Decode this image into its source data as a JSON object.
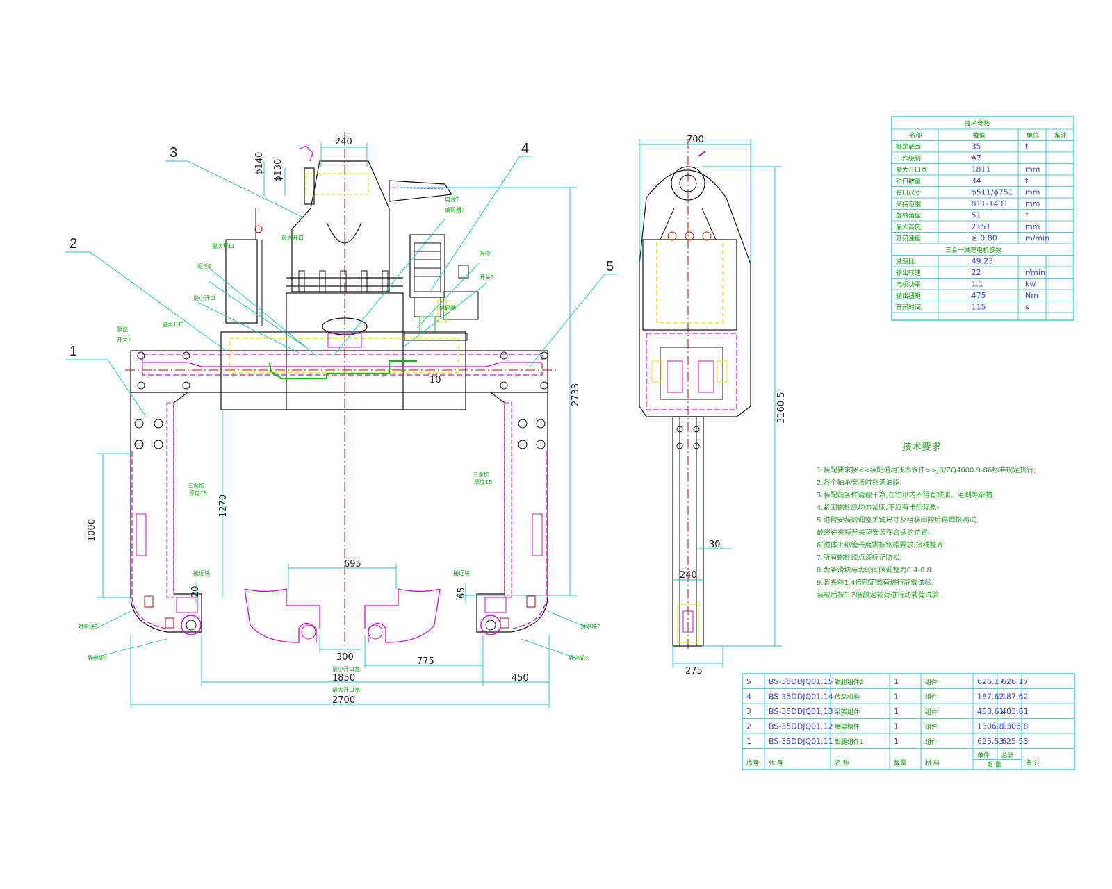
{
  "dimensions_front": {
    "d240_top": "240",
    "d140": "ϕ140",
    "d130": "ϕ130",
    "d2733": "2733",
    "d1270": "1270",
    "d1000": "1000",
    "d695": "695",
    "d65": "65",
    "d20": "20",
    "d10": "10",
    "d300": "300",
    "d775": "775",
    "d1850": "1850",
    "d450": "450",
    "d2700": "2700",
    "d1850_label": "最小开口宽",
    "d2700_label": "最大开口宽"
  },
  "dimensions_side": {
    "d700": "700",
    "d3160": "3160.5",
    "d30": "30",
    "d240": "240",
    "d275": "275"
  },
  "balloons": [
    "1",
    "2",
    "3",
    "4",
    "5"
  ],
  "annotations": {
    "thick15_left_a": "三面加",
    "thick15_left_b": "厚度15",
    "thick15_right_a": "三面加",
    "thick15_right_b": "厚度15",
    "max_open": "最大开口",
    "drive": "驱动?",
    "min_open": "最小开口",
    "limit": "限位",
    "switch": "开关?",
    "connector": "电源?",
    "encoder": "编码器",
    "proxy_l": "对中块?",
    "proxy_r": "对中块?",
    "wheel_l": "导向轮?",
    "wheel_r": "导向轮?",
    "lug_l": "接近块",
    "lug_r": "接近块",
    "code": "编码器?"
  },
  "tech_params": {
    "title": "技术参数",
    "headers": [
      "名称",
      "数值",
      "单位",
      "备注"
    ],
    "rows": [
      [
        "额定载荷",
        "35",
        "t",
        ""
      ],
      [
        "工作级别",
        "A7",
        "",
        ""
      ],
      [
        "最大开口宽",
        "1811",
        "mm",
        ""
      ],
      [
        "钳口数量",
        "34",
        "t",
        ""
      ],
      [
        "钳口尺寸",
        "ϕ511/ϕ751",
        "mm",
        ""
      ],
      [
        "夹持范围",
        "811-1431",
        "mm",
        ""
      ],
      [
        "旋转角度",
        "51",
        "°",
        ""
      ],
      [
        "最大高度",
        "2151",
        "mm",
        ""
      ],
      [
        "开闭速度",
        "≥ 0.80",
        "m/min",
        ""
      ]
    ],
    "sub_title": "三合一减速电机参数",
    "sub_rows": [
      [
        "减速比",
        "49.23",
        "",
        ""
      ],
      [
        "输出转速",
        "22",
        "r/min",
        ""
      ],
      [
        "电机功率",
        "1.1",
        "kw",
        ""
      ],
      [
        "输出扭矩",
        "475",
        "Nm",
        ""
      ],
      [
        "开闭时间",
        "115",
        "s",
        ""
      ]
    ]
  },
  "requirements": {
    "title": "技术要求",
    "lines": [
      "1.装配要求按<<装配通用技术条件>>JB/ZQ4000.9-86标准规定执行;",
      "2.各个轴承安装时充满油脂.",
      "3.装配前各件清理干净,在钳爪内不得有铁屑、毛刺等杂物.",
      "4.紧固螺栓应均匀紧固,不应有卡阻现象.",
      "5.钳臂安装前调整关键尺寸及组装间隙后再焊接测试,",
      "  最终在夹持开关垫安装在合适的位置;",
      "6.钳体上部管长度需按钢帽要求,接线整齐.",
      "7.所有螺栓须点漆标记防松.",
      "8.齿条滑块与齿轮间隙调整为0.4-0.8.",
      "9.装夹前1.4倍额定载荷进行静载试验,",
      "  装载后按1.2倍额定载荷进行动载荷试验."
    ]
  },
  "bom": {
    "rows": [
      [
        "5",
        "BS-35DDJQ01.15",
        "钳腿组件2",
        "1",
        "组件",
        "626.17",
        "626.17",
        ""
      ],
      [
        "4",
        "BS-35DDJQ01.14",
        "传动机构",
        "1",
        "组件",
        "187.62",
        "187.62",
        ""
      ],
      [
        "3",
        "BS-35DDJQ01.13",
        "吊架组件",
        "1",
        "组件",
        "483.61",
        "483.61",
        ""
      ],
      [
        "2",
        "BS-35DDJQ01.12",
        "横梁组件",
        "1",
        "组件",
        "1306.8",
        "1306.8",
        ""
      ],
      [
        "1",
        "BS-35DDJQ01.11",
        "钳腿组件1",
        "1",
        "组件",
        "625.53",
        "625.53",
        ""
      ]
    ],
    "headers": [
      "序号",
      "代  号",
      "名  称",
      "数量",
      "材  料",
      "单件",
      "总计",
      "备  注"
    ],
    "weight_label": "重  量"
  },
  "colors": {
    "cyan": "#00c8d0",
    "magenta": "#e000e0",
    "yellow": "#e8e800",
    "red": "#e00000",
    "green": "#00c000",
    "black": "#111111",
    "blue": "#3344ff"
  }
}
